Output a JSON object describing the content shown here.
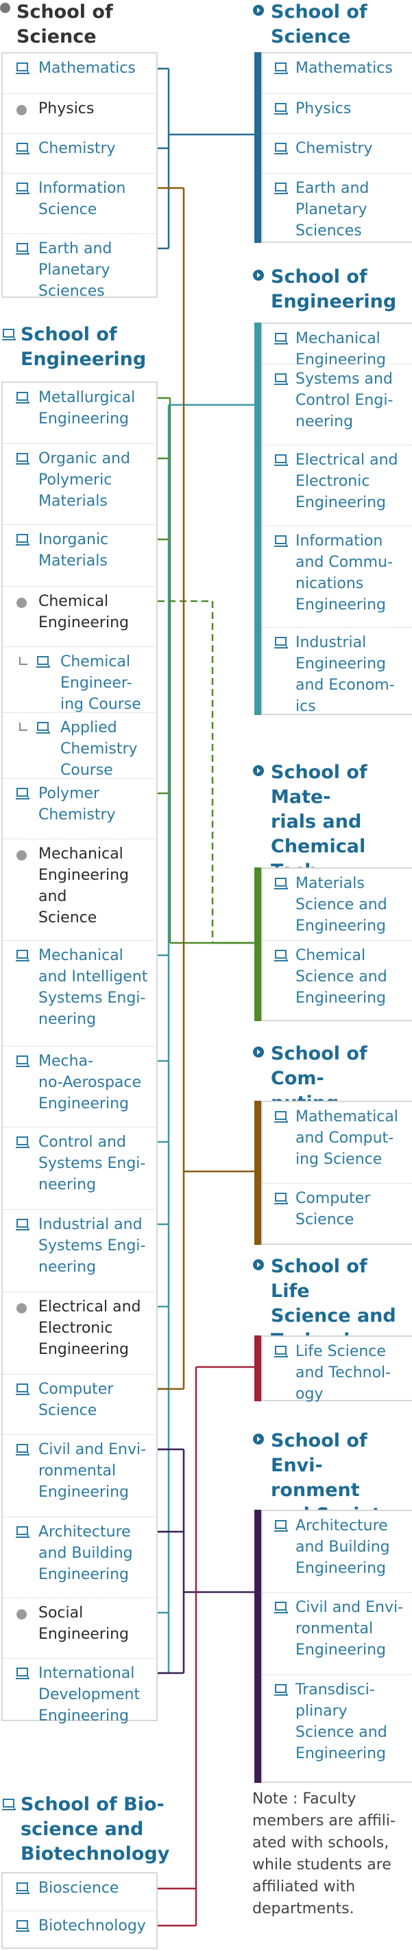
{
  "left": {
    "sections": [
      {
        "title": "School of\nScience",
        "title_icon": "dot-bullet-icon",
        "items": [
          {
            "label": "Mathematics",
            "kind": "dept"
          },
          {
            "label": "Physics",
            "kind": "dot"
          },
          {
            "label": "Chemistry",
            "kind": "dept"
          },
          {
            "label": "Information\nScience",
            "kind": "dept"
          },
          {
            "label": "Earth and\nPlanetary\nSciences",
            "kind": "dept"
          }
        ]
      },
      {
        "title": "School of\nEngineering",
        "title_icon": "school-icon",
        "items": [
          {
            "label": "Metallurgical\nEngineering",
            "kind": "dept"
          },
          {
            "label": "Organic and\nPolymeric\nMaterials",
            "kind": "dept"
          },
          {
            "label": "Inorganic\nMaterials",
            "kind": "dept"
          },
          {
            "label": "Chemical\nEngineering",
            "kind": "dot"
          },
          {
            "label": "Chemical\nEngineer-\ning Course",
            "kind": "sub"
          },
          {
            "label": "Applied\nChemistry\nCourse",
            "kind": "sub"
          },
          {
            "label": "Polymer\nChemistry",
            "kind": "dept"
          },
          {
            "label": "Mechanical\nEngineering\nand\nScience",
            "kind": "dot"
          },
          {
            "label": "Mechanical\nand Intelligent\nSystems Engi-\nneering",
            "kind": "dept"
          },
          {
            "label": "Mecha-\nno-Aerospace\nEngineering",
            "kind": "dept"
          },
          {
            "label": "Control and\nSystems Engi-\nneering",
            "kind": "dept"
          },
          {
            "label": "Industrial and\nSystems Engi-\nneering",
            "kind": "dept"
          },
          {
            "label": "Electrical and\nElectronic\nEngineering",
            "kind": "dot"
          },
          {
            "label": "Computer\nScience",
            "kind": "dept"
          },
          {
            "label": "Civil and Envi-\nronmental\nEngineering",
            "kind": "dept"
          },
          {
            "label": "Architecture\nand Building\nEngineering",
            "kind": "dept"
          },
          {
            "label": "Social\nEngineering",
            "kind": "dot"
          },
          {
            "label": "International\nDevelopment\nEngineering",
            "kind": "dept"
          }
        ]
      },
      {
        "title": "School of Bio-\nscience and\nBiotechnology",
        "title_icon": "school-icon",
        "items": [
          {
            "label": "Bioscience",
            "kind": "dept"
          },
          {
            "label": "Biotechnology",
            "kind": "dept"
          }
        ]
      }
    ]
  },
  "right": {
    "sections": [
      {
        "title": "School of\nScience",
        "items": [
          "Mathematics",
          "Physics",
          "Chemistry",
          "Earth and\nPlanetary\nSciences"
        ],
        "color": "#256b93"
      },
      {
        "title": "School of\nEngineering",
        "items": [
          "Mechanical\nEngineering",
          "Systems and\nControl Engi-\nneering",
          "Electrical and\nElectronic\nEngineering",
          "Information\nand Commu-\nnications\nEngineering",
          "Industrial\nEngineering\nand Econom-\nics"
        ],
        "color": "#3d9aa3"
      },
      {
        "title": "School of Mate-\nrials and\nChemical Tech-\nnology",
        "items": [
          "Materials\nScience and\nEngineering",
          "Chemical\nScience and\nEngineering"
        ],
        "color": "#4f8a2a"
      },
      {
        "title": "School of Com-\nputing",
        "items": [
          "Mathematical\nand Comput-\ning Science",
          "Computer\nScience"
        ],
        "color": "#8a5a10"
      },
      {
        "title": "School of Life\nScience and\nTechnology",
        "items": [
          "Life Science\nand Technol-\nogy"
        ],
        "color": "#a3213a"
      },
      {
        "title": "School of Envi-\nronment\nand Society",
        "items": [
          "Architecture\nand Building\nEngineering",
          "Civil and Envi-\nronmental\nEngineering",
          "Transdisci-\nplinary\nScience and\nEngineering"
        ],
        "color": "#3b1f52"
      }
    ]
  },
  "note": "Note : Faculty\nmembers are affili-\nated with schools,\nwhile students are\naffiliated with\ndepartments.",
  "colors": {
    "science": "#256b93",
    "engineering": "#3d9aa3",
    "materials": "#4f8a2a",
    "computing": "#8a5a10",
    "life": "#a3213a",
    "environment": "#3b1f52",
    "label": "#2c7aa0"
  }
}
